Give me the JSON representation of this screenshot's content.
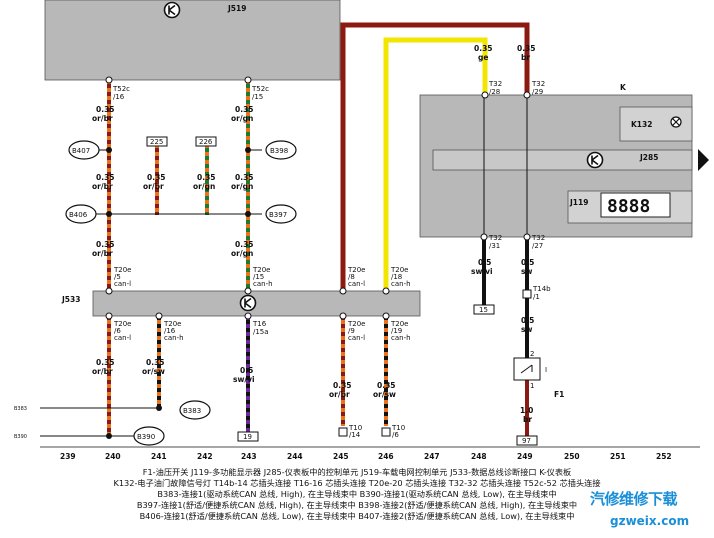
{
  "components": {
    "j519": "J519",
    "j533": "J533",
    "k": "K",
    "k132": "K132",
    "j285": "J285",
    "j119": "J119",
    "display": "8888",
    "i_label": "I",
    "f1": "F1"
  },
  "connectors": {
    "t52c_16": [
      "T52c",
      "/16"
    ],
    "t52c_15": [
      "T52c",
      "/15"
    ],
    "t32_28": [
      "T32",
      "/28"
    ],
    "t32_29": [
      "T32",
      "/29"
    ],
    "t32_31": [
      "T32",
      "/31"
    ],
    "t32_27": [
      "T32",
      "/27"
    ],
    "t20e_5": [
      "T20e",
      "/5",
      "can-l"
    ],
    "t20e_15": [
      "T20e",
      "/15",
      "can-h"
    ],
    "t20e_8": [
      "T20e",
      "/8",
      "can-l"
    ],
    "t20e_18": [
      "T20e",
      "/18",
      "can-h"
    ],
    "t20e_6": [
      "T20e",
      "/6",
      "can-l"
    ],
    "t20e_16": [
      "T20e",
      "/16",
      "can-h"
    ],
    "t20e_9": [
      "T20e",
      "/9",
      "can-l"
    ],
    "t20e_19": [
      "T20e",
      "/19",
      "can-h"
    ],
    "t16_15a": [
      "T16",
      "/15a"
    ],
    "t14b": [
      "T14b",
      "/1"
    ],
    "t10_14": [
      "T10",
      "/14"
    ],
    "t10_6": [
      "T10",
      "/6"
    ]
  },
  "wires": {
    "or_br": [
      "0.35",
      "or/br"
    ],
    "or_gn": [
      "0.35",
      "or/gn"
    ],
    "or_sw": [
      "0.35",
      "or/sw"
    ],
    "ge": [
      "0.35",
      "ge"
    ],
    "br": [
      "0.35",
      "br"
    ],
    "sw_vi": [
      "0.5",
      "sw/vi"
    ],
    "sw": [
      "0.5",
      "sw"
    ],
    "br10": [
      "1.0",
      "br"
    ]
  },
  "points": {
    "b407": "B407",
    "b406": "B406",
    "b398": "B398",
    "b397": "B397",
    "b383": "B383",
    "b390": "B390",
    "n225": "225",
    "n226": "226",
    "n15": "15",
    "n19": "19",
    "n97": "97",
    "pin2": "2",
    "pin1": "1"
  },
  "columns": [
    "239",
    "240",
    "241",
    "242",
    "243",
    "244",
    "245",
    "246",
    "247",
    "248",
    "249",
    "250",
    "251",
    "252"
  ],
  "legend": [
    "F1-油压开关        J119-多功能显示器        J285-仪表板中的控制单元        J519-车载电网控制单元        J533-数据总线诊断接口        K-仪表板",
    "K132-电子油门故障信号灯  T14b-14 芯插头连接      T16-16 芯插头连接      T20e-20 芯插头连接      T32-32 芯插头连接      T52c-52 芯插头连接",
    "B383-连接1(驱动系统CAN 总线, High), 在主导线束中        B390-连接1(驱动系统CAN 总线, Low), 在主导线束中",
    "B397-连接1(舒适/便捷系统CAN 总线, High), 在主导线束中        B398-连接2(舒适/便捷系统CAN 总线, High), 在主导线束中",
    "B406-连接1(舒适/便捷系统CAN 总线, Low), 在主导线束中        B407-连接2(舒适/便捷系统CAN 总线, Low), 在主导线束中"
  ],
  "watermark": {
    "line1": "汽修维修下载",
    "line2": "gzweix.com"
  },
  "colors": {
    "orange": "#e8731c",
    "brown": "#8b1a12",
    "yellow": "#f2e600",
    "green": "#1f7a2e",
    "black": "#111111",
    "module": "#b8b8b8"
  }
}
